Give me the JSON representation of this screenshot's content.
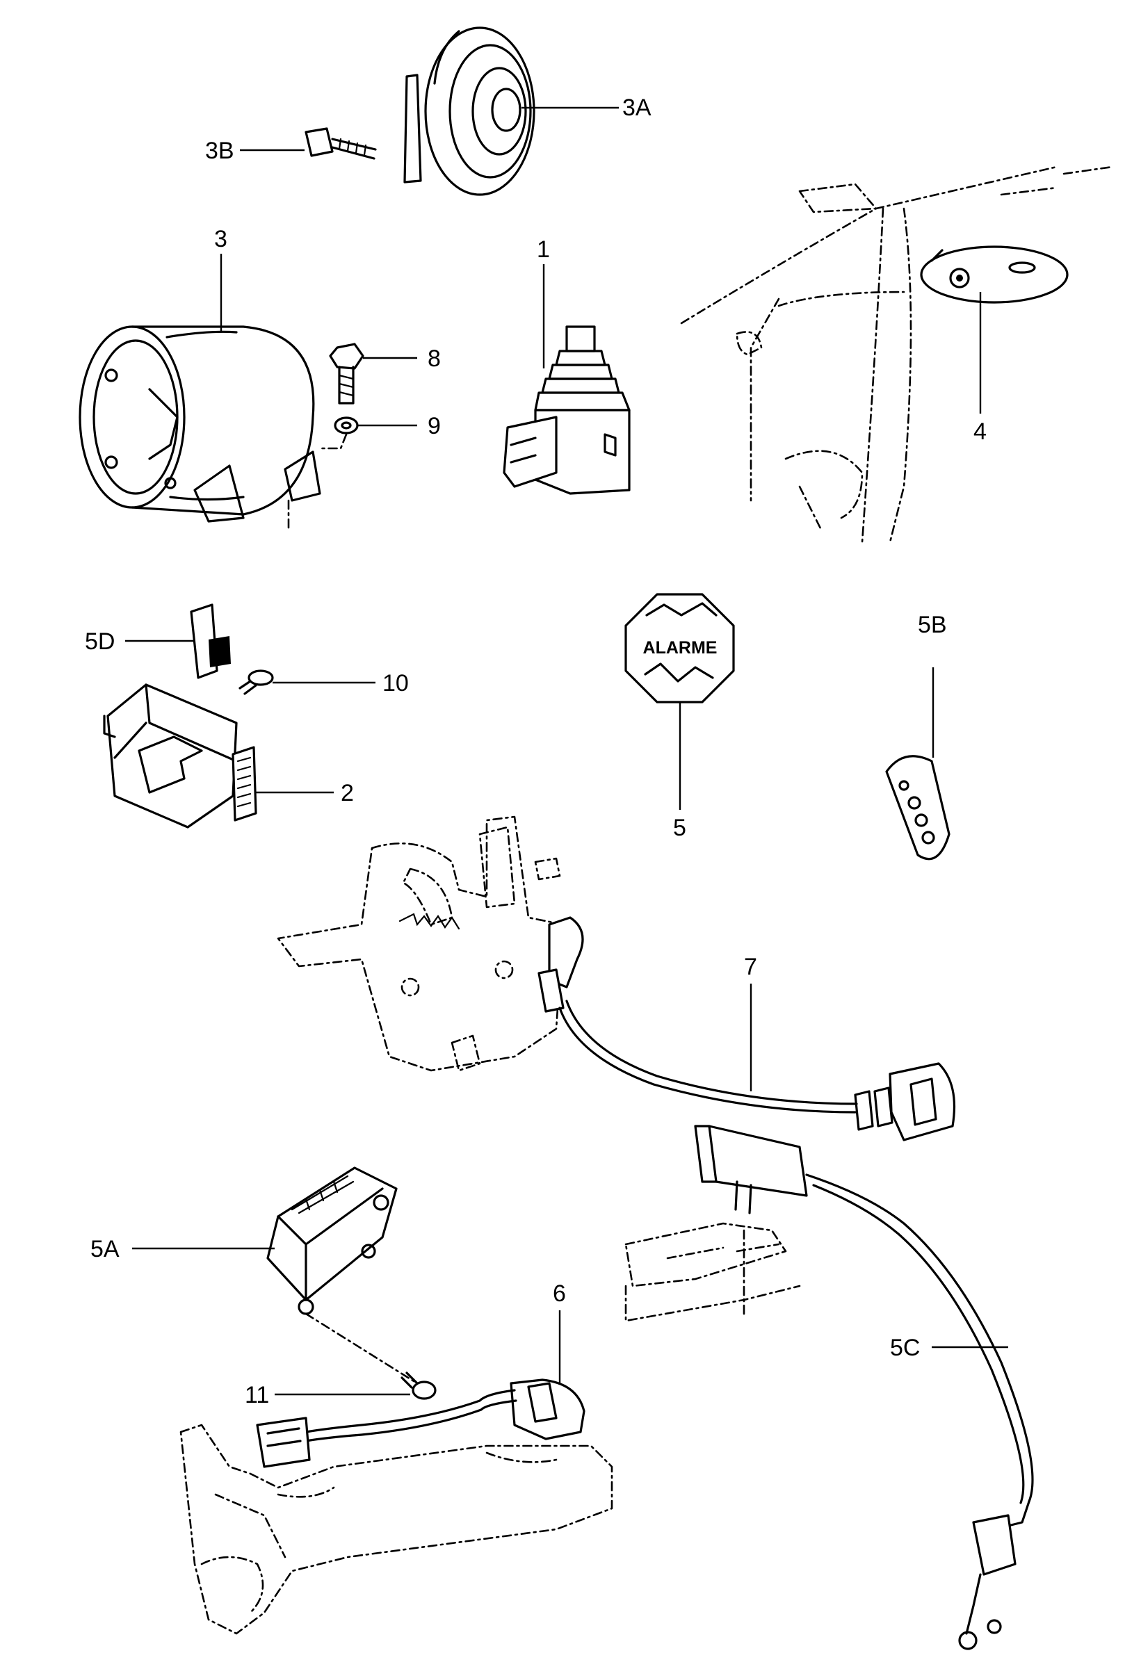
{
  "sticker_text": "ALARME",
  "callouts": {
    "c1": "1",
    "c2": "2",
    "c3": "3",
    "c3a": "3A",
    "c3b": "3B",
    "c4": "4",
    "c5": "5",
    "c5a": "5A",
    "c5b": "5B",
    "c5c": "5C",
    "c5d": "5D",
    "c6": "6",
    "c7": "7",
    "c8": "8",
    "c9": "9",
    "c10": "10",
    "c11": "11"
  }
}
